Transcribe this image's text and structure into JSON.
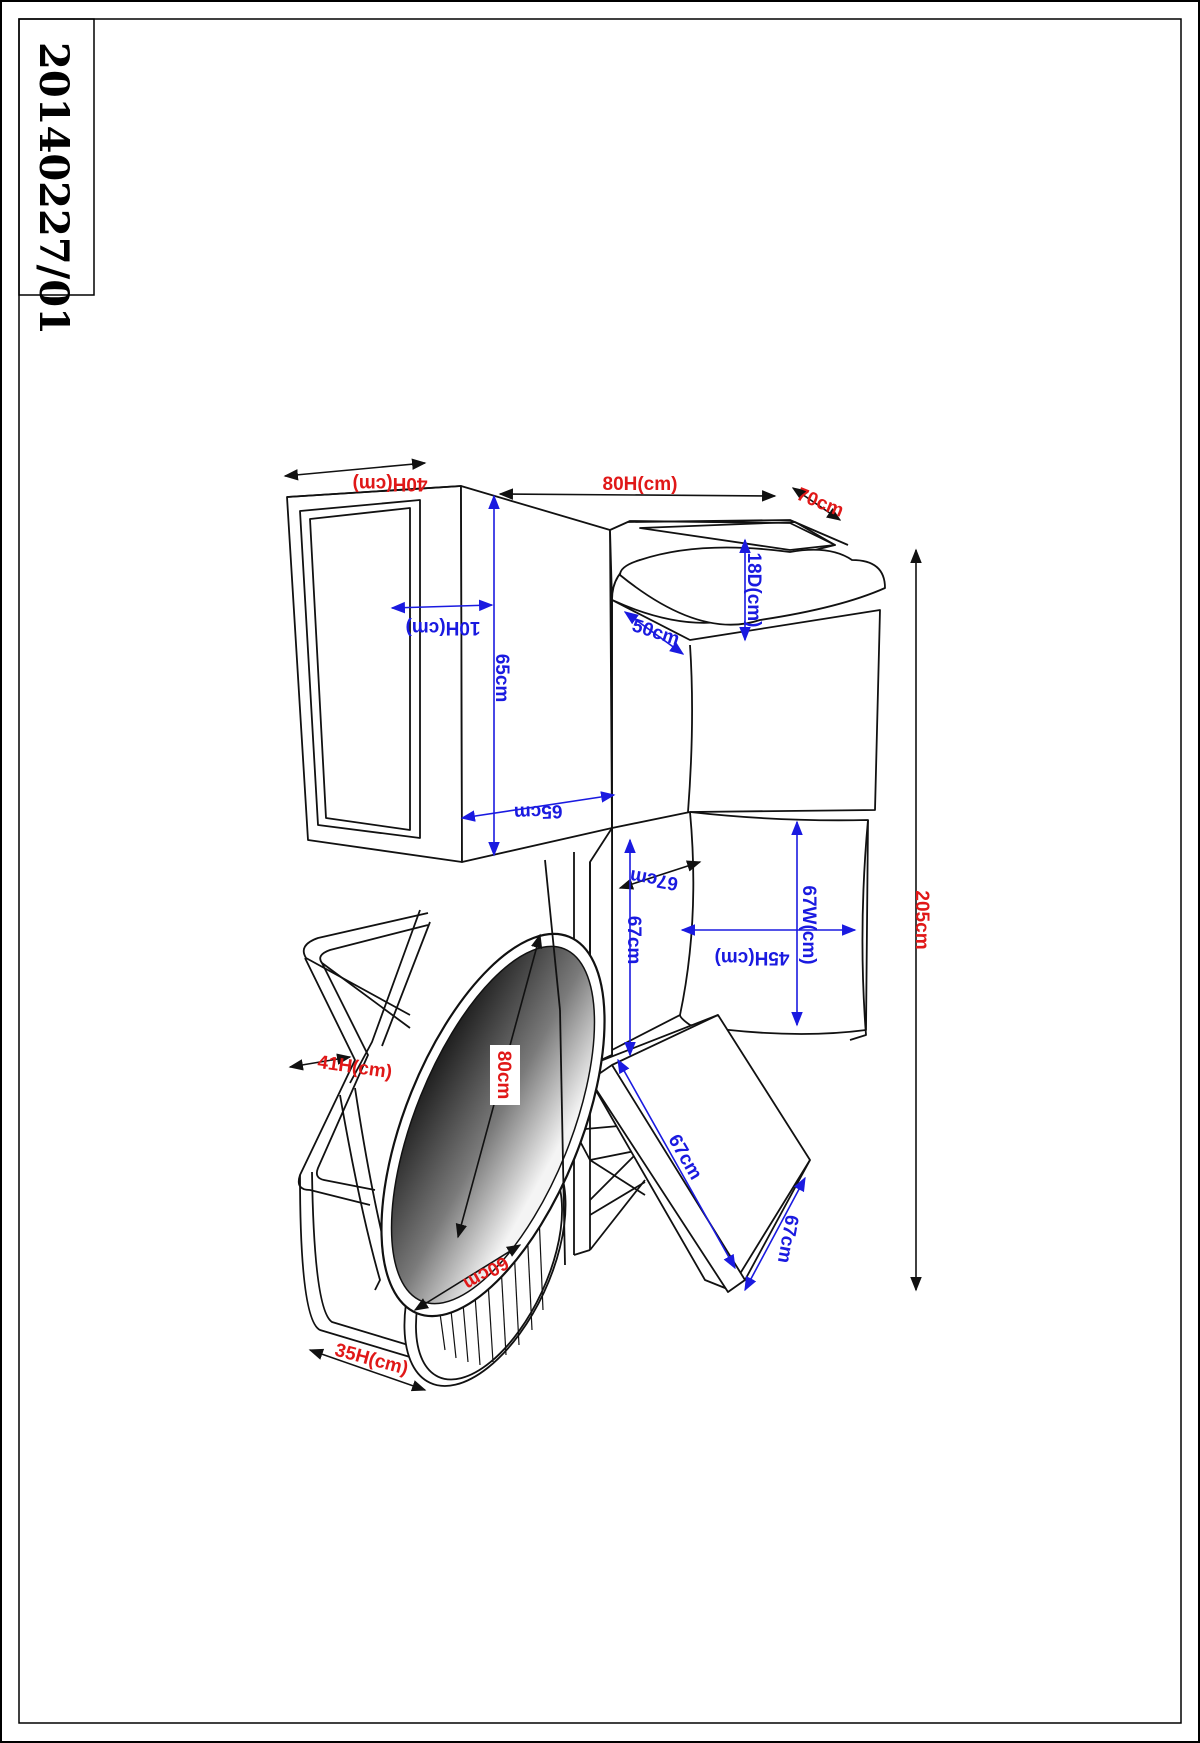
{
  "drawing": {
    "code": "20140227/01",
    "colors": {
      "red": "#e01818",
      "blue": "#1a1ae0",
      "black": "#111111"
    }
  },
  "dimensions": {
    "red_40h": "40H(cm)",
    "red_80h": "80H(cm)",
    "red_70cm": "70cm",
    "red_41h": "41H(cm)",
    "red_80cm": "80cm",
    "red_60cm": "60cm",
    "red_35h": "35H(cm)",
    "red_205cm": "205cm",
    "blue_10h": "10H(cm)",
    "blue_65cm_v": "65cm",
    "blue_65cm_h": "65cm",
    "blue_18d": "18D(cm)",
    "blue_50cm": "50cm",
    "blue_67cm_a": "67cm",
    "blue_67cm_b": "67cm",
    "blue_67w": "67W(cm)",
    "blue_45h": "45H(cm)",
    "blue_67cm_c": "67cm",
    "blue_67cm_d": "67cm"
  }
}
